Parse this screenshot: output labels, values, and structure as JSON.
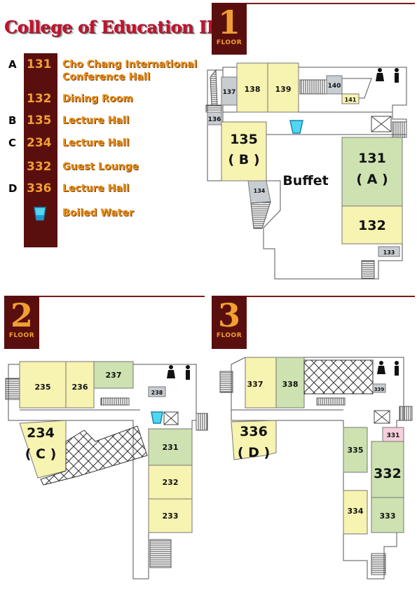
{
  "title": "College of Education II",
  "floors": [
    {
      "number": "1",
      "label": "FLOOR"
    },
    {
      "number": "2",
      "label": "FLOOR"
    },
    {
      "number": "3",
      "label": "FLOOR"
    }
  ],
  "legend": [
    {
      "letter": "A",
      "room": "131",
      "name_lines": [
        "Cho Chang International",
        "Conference Hall"
      ]
    },
    {
      "letter": "",
      "room": "132",
      "name_lines": [
        "Dining Room"
      ]
    },
    {
      "letter": "B",
      "room": "135",
      "name_lines": [
        "Lecture Hall"
      ]
    },
    {
      "letter": "C",
      "room": "234",
      "name_lines": [
        "Lecture Hall"
      ]
    },
    {
      "letter": "",
      "room": "332",
      "name_lines": [
        "Guest Lounge"
      ]
    },
    {
      "letter": "D",
      "room": "336",
      "name_lines": [
        "Lecture Hall"
      ]
    }
  ],
  "legend_water": {
    "icon": "water-cup-icon",
    "name": "Boiled Water"
  },
  "rooms": {
    "r131": "131",
    "r131_letter": "( A )",
    "r132": "132",
    "r133": "133",
    "r134": "134",
    "r135": "135",
    "r135_letter": "( B )",
    "r136": "136",
    "r137": "137",
    "r138": "138",
    "r139": "139",
    "r140": "140",
    "r141": "141",
    "buffet": "Buffet",
    "r231": "231",
    "r232": "232",
    "r233": "233",
    "r234": "234",
    "r234_letter": "( C )",
    "r235": "235",
    "r236": "236",
    "r237": "237",
    "r238": "238",
    "r331": "331",
    "r332": "332",
    "r333": "333",
    "r334": "334",
    "r335": "335",
    "r336": "336",
    "r336_letter": "( D )",
    "r337": "337",
    "r338": "338",
    "r339": "339"
  },
  "colors": {
    "yellow_room": "#f7f3b0",
    "green_room": "#cde2b0",
    "gray_room": "#c8cdd2",
    "pink_room": "#f6d0dc",
    "floor_box": "#5a0f0f",
    "legend_num": "#f0a030",
    "title": "#c8102e"
  }
}
